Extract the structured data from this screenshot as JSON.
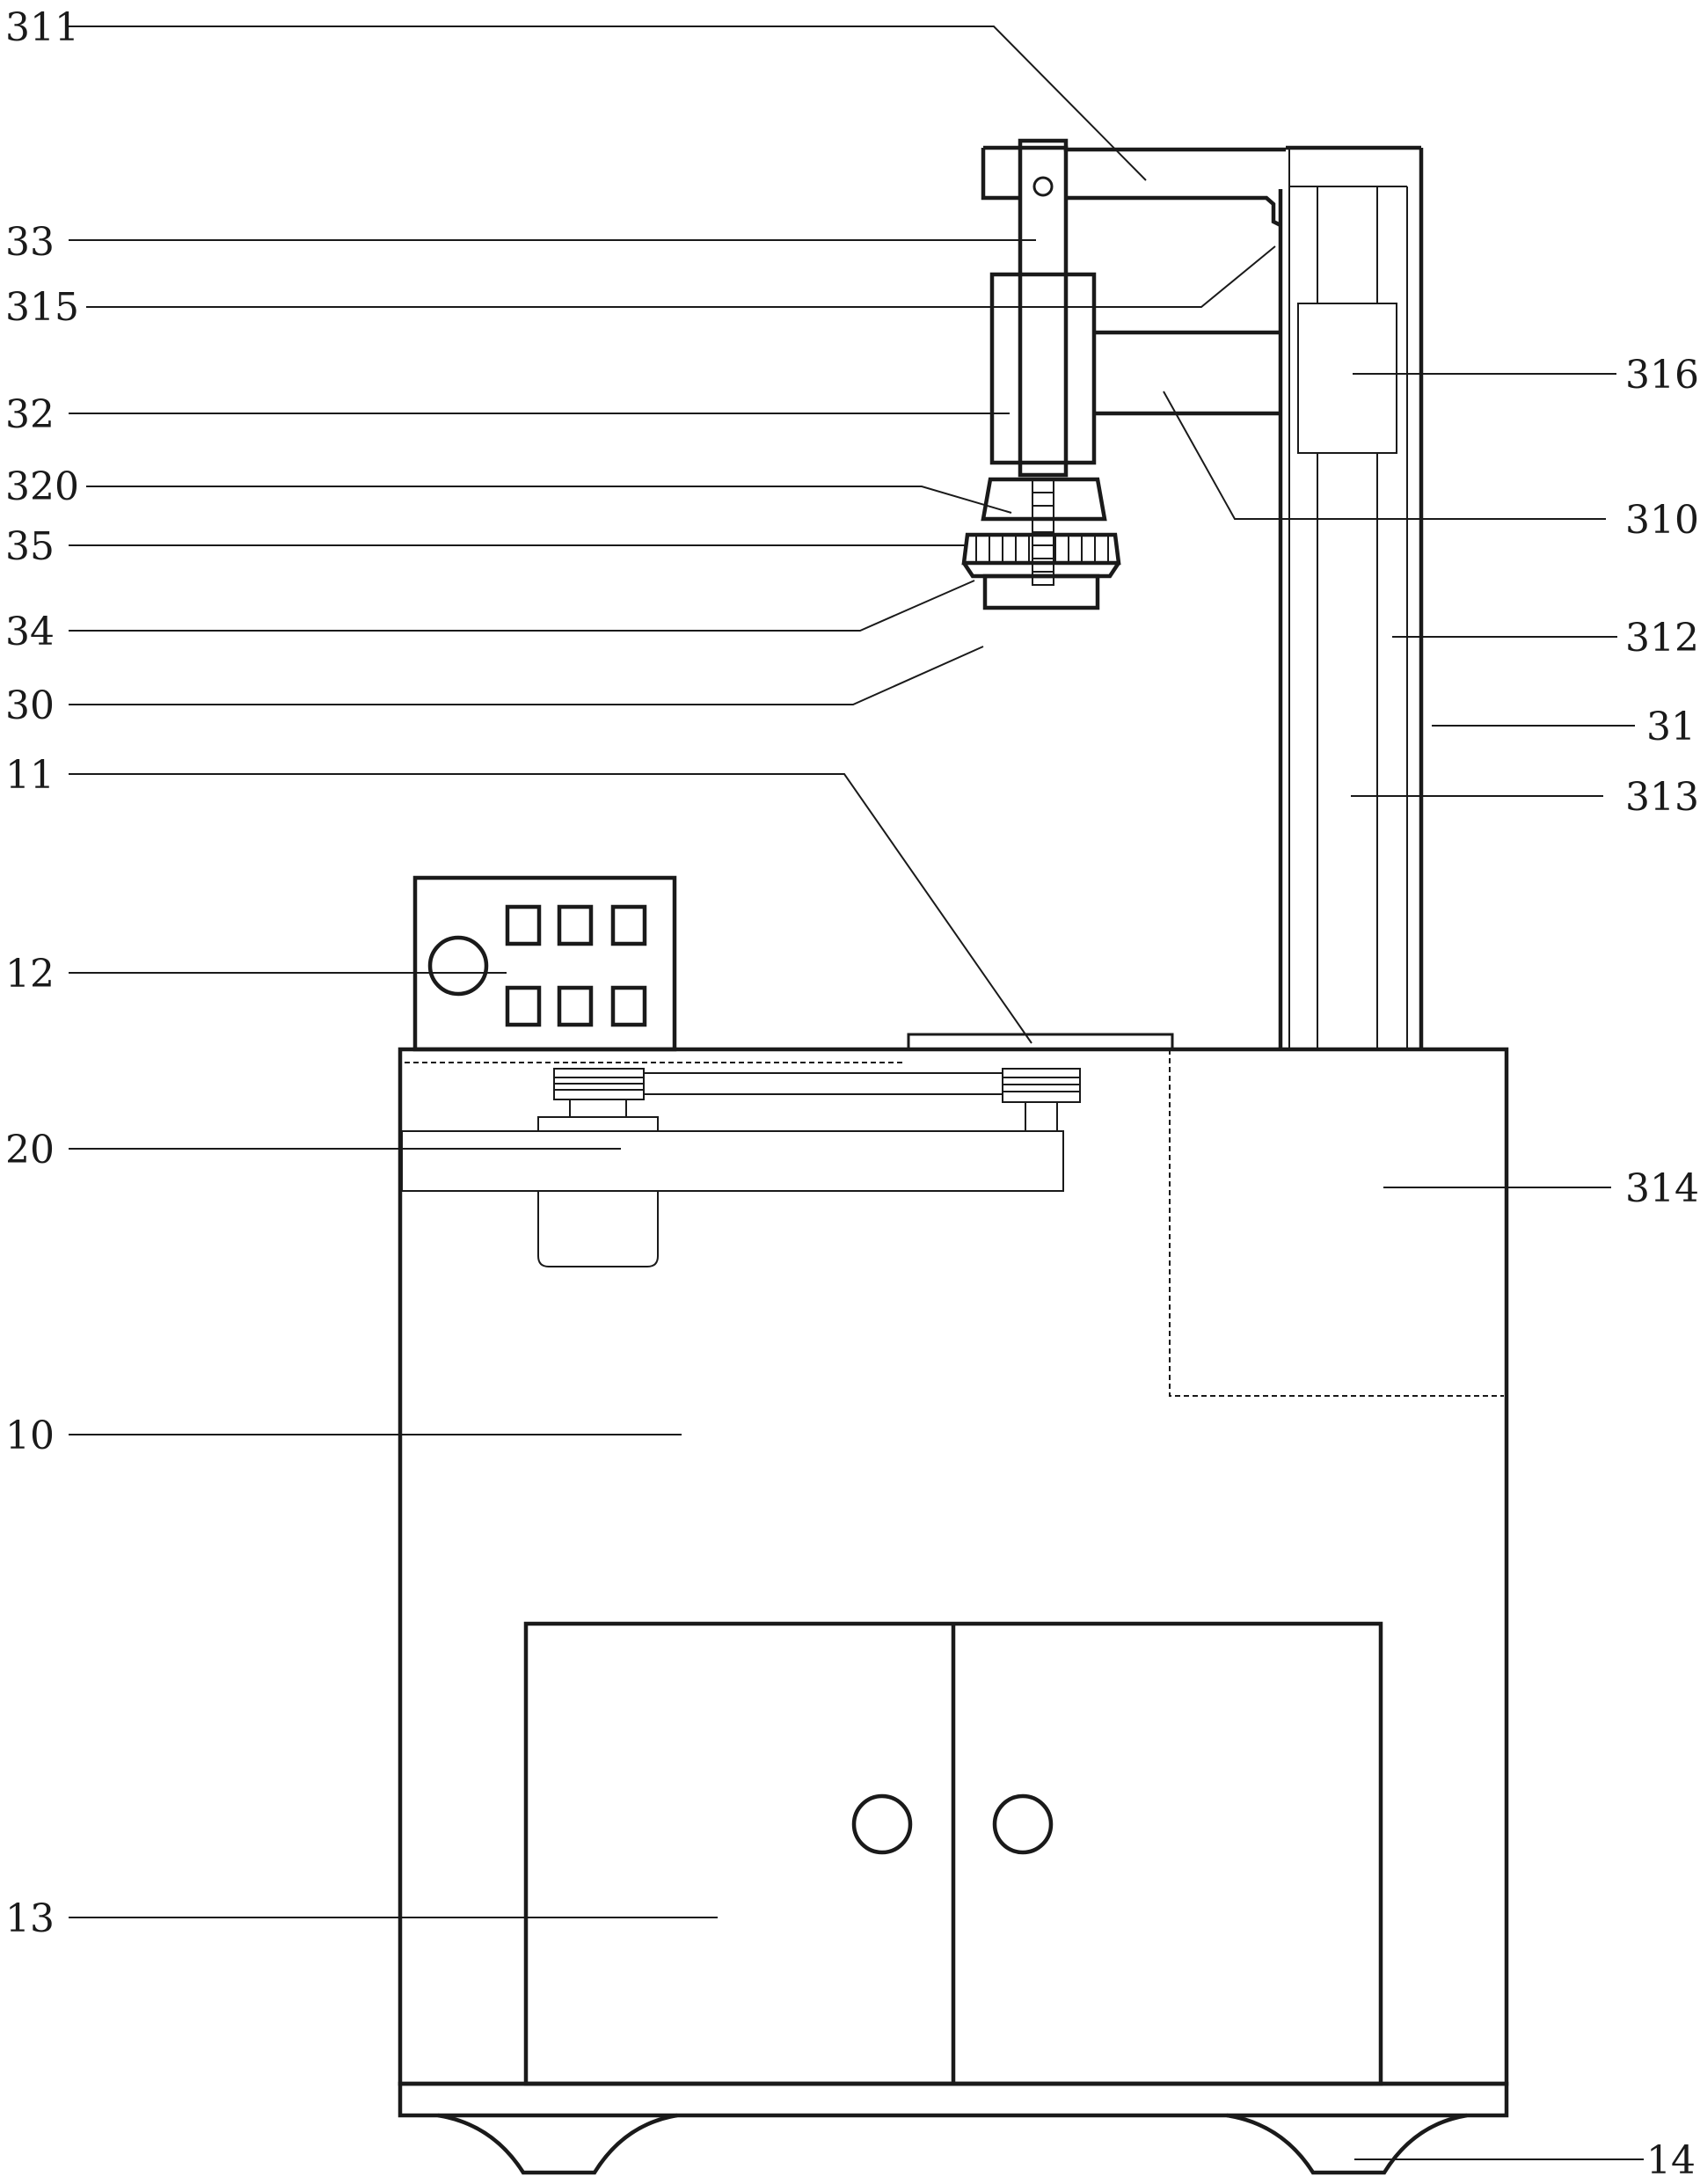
{
  "labels": {
    "l311": "311",
    "l33": "33",
    "l315": "315",
    "l32": "32",
    "l320": "320",
    "l35": "35",
    "l34": "34",
    "l30": "30",
    "l11": "11",
    "l12": "12",
    "l20": "20",
    "l10": "10",
    "l13": "13",
    "l316": "316",
    "l310": "310",
    "l312": "312",
    "l31": "31",
    "l313": "313",
    "l314": "314",
    "l14": "14"
  }
}
